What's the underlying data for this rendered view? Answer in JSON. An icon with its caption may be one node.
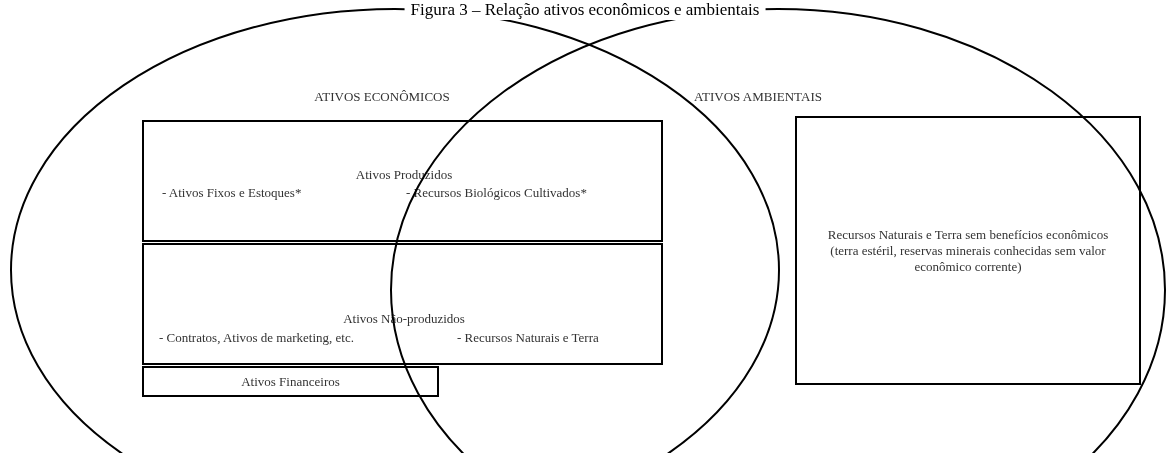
{
  "diagram": {
    "title": "Figura 3 – Relação ativos econômicos e ambientais",
    "nodes": [
      {
        "text": [
          "ATIVOS ECONÔMICOS"
        ]
      },
      {
        "text": [
          "ATIVOS AMBIENTAIS"
        ]
      },
      {
        "text": [
          "Ativos Produzidos",
          "- Ativos Fixos e Estoques*",
          "- Recursos Biológicos Cultivados*"
        ],
        "in": 0
      },
      {
        "text": [
          "Ativos Não-produzidos",
          "- Contratos, Ativos de marketing, etc.",
          "- Recursos Naturais e Terra"
        ],
        "in": 0
      },
      {
        "text": [
          "Ativos Financeiros"
        ],
        "in": 0
      },
      {
        "text": [
          "Recursos Naturais e Terra sem benefícios econômicos (terra estéril, reservas minerais conhecidas sem valor econômico corrente)"
        ],
        "in": 1
      }
    ]
  }
}
